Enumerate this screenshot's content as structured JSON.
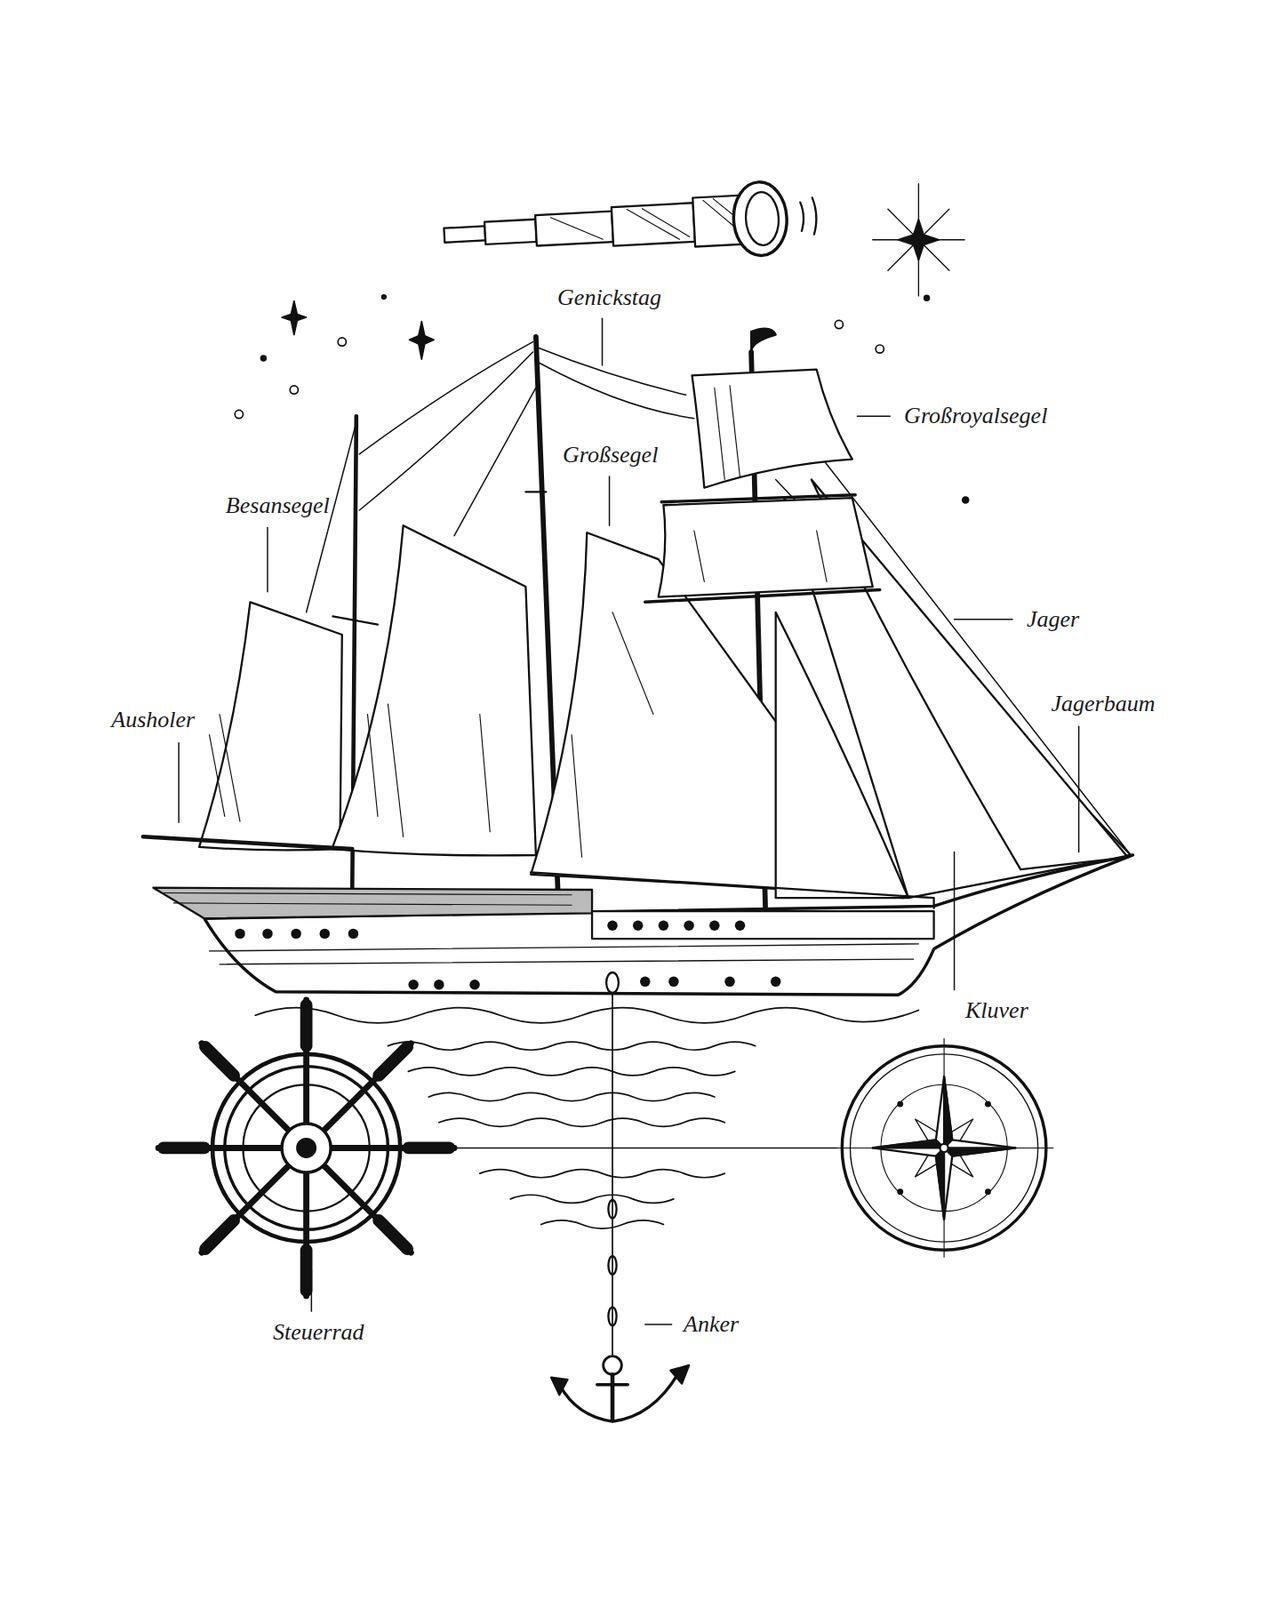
{
  "diagram": {
    "labels": [
      "Genickstag",
      "Großroyalsegel",
      "Großsegel",
      "Besansegel",
      "Jager",
      "Jagerbaum",
      "Ausholer",
      "Kluver",
      "Steuerrad",
      "Anker"
    ]
  }
}
